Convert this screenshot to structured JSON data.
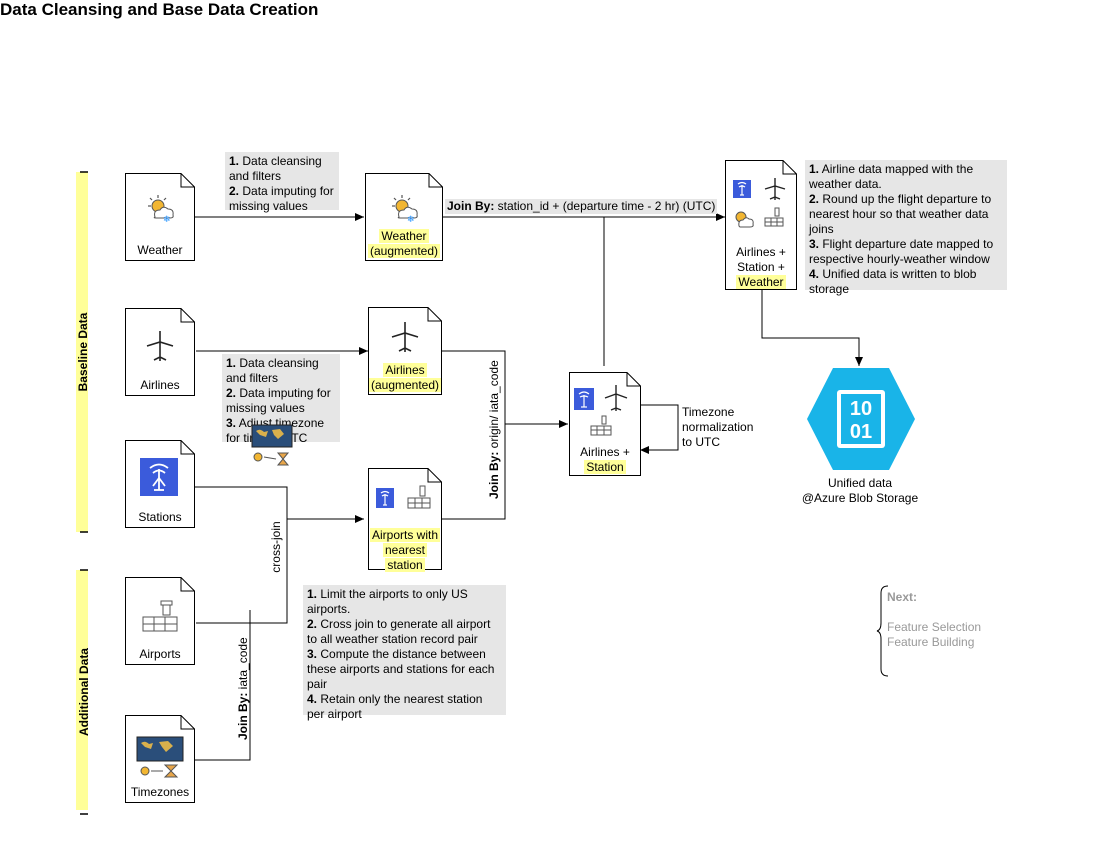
{
  "title": "Data Cleansing and Base Data Creation",
  "sections": {
    "baseline": "Baseline Data",
    "additional": "Additional Data"
  },
  "nodes": {
    "weather": "Weather",
    "weather_aug": [
      "Weather",
      "(augmented)"
    ],
    "airlines": "Airlines",
    "airlines_aug": [
      "Airlines",
      "(augmented)"
    ],
    "stations": "Stations",
    "airports_nearest": [
      "Airports with",
      "nearest",
      "station"
    ],
    "airports": "Airports",
    "timezones": "Timezones",
    "airlines_station": [
      "Airlines +",
      "Station"
    ],
    "airlines_station_weather": [
      "Airlines +",
      "Station +",
      "Weather"
    ],
    "unified": [
      "Unified data",
      "@Azure Blob Storage"
    ],
    "blob_text": [
      "10",
      "01"
    ]
  },
  "notes": {
    "weather_steps": [
      {
        "num": "1.",
        "text": " Data cleansing and filters"
      },
      {
        "num": "2.",
        "text": " Data imputing for missing values"
      }
    ],
    "airlines_steps": [
      {
        "num": "1.",
        "text": " Data cleansing and filters"
      },
      {
        "num": "2.",
        "text": " Data imputing for missing values"
      },
      {
        "num": "3.",
        "text": " Adjust timezone for time to UTC"
      }
    ],
    "airports_steps": [
      {
        "num": "1.",
        "text": " Limit the airports to only US airports."
      },
      {
        "num": "2.",
        "text": " Cross join to generate all airport to all weather station record pair"
      },
      {
        "num": "3.",
        "text": " Compute the distance between these airports and stations for each pair"
      },
      {
        "num": "4.",
        "text": " Retain only the nearest station per airport"
      }
    ],
    "final_steps": [
      {
        "num": "1.",
        "text": " Airline data mapped with the weather data."
      },
      {
        "num": "2.",
        "text": " Round up the flight departure to nearest hour so that weather data joins"
      },
      {
        "num": "3.",
        "text": " Flight departure date mapped to respective hourly-weather window"
      },
      {
        "num": "4.",
        "text": " Unified data is written to blob storage"
      }
    ]
  },
  "edges": {
    "join_weather_label": "Join By:",
    "join_weather_text": " station_id + (departure time - 2 hr) (UTC)",
    "join_origin_label": "Join By:",
    "join_origin_text": " origin/ iata_code",
    "join_iata_label": "Join By:",
    "join_iata_text": " iata_code",
    "cross_join": "cross-join",
    "timezone_norm": [
      "Timezone",
      "normalization",
      "to UTC"
    ]
  },
  "next": {
    "heading": "Next:",
    "items": [
      "Feature Selection",
      "Feature Building"
    ]
  },
  "colors": {
    "highlight": "#ffff99",
    "note_bg": "#e6e6e6",
    "station_icon": "#3b5bdb",
    "blob": "#19b4e8"
  }
}
